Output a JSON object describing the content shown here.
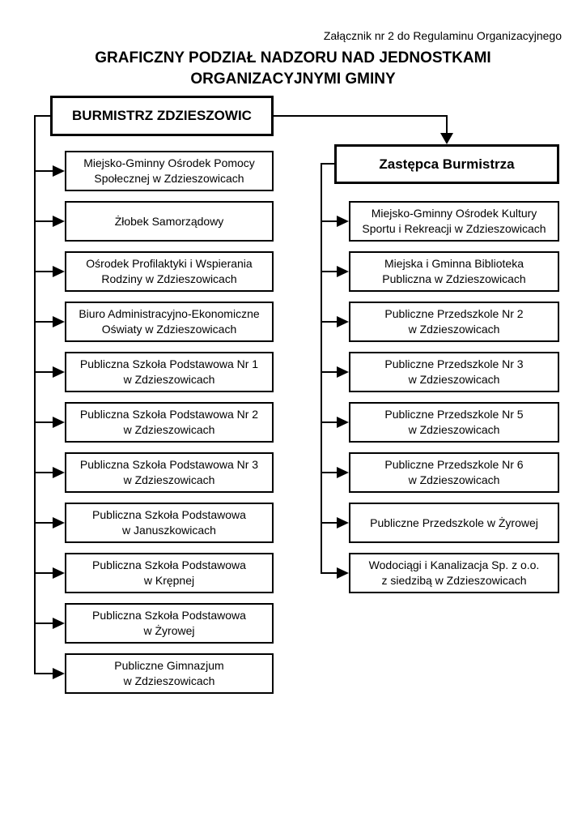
{
  "page": {
    "attachment_note": "Załącznik nr 2 do Regulaminu Organizacyjnego",
    "title_line1": "GRAFICZNY PODZIAŁ NADZORU NAD JEDNOSTKAMI",
    "title_line2": "ORGANIZACYJNYMI GMINY"
  },
  "colors": {
    "ink": "#000000",
    "paper": "#ffffff"
  },
  "org": {
    "left": {
      "head": "BURMISTRZ ZDZIESZOWIC",
      "units": [
        {
          "lines": [
            "Miejsko-Gminny Ośrodek Pomocy",
            "Społecznej w Zdzieszowicach"
          ]
        },
        {
          "lines": [
            "Żłobek Samorządowy"
          ]
        },
        {
          "lines": [
            "Ośrodek Profilaktyki i Wspierania",
            "Rodziny w Zdzieszowicach"
          ]
        },
        {
          "lines": [
            "Biuro Administracyjno-Ekonomiczne",
            "Oświaty w Zdzieszowicach"
          ]
        },
        {
          "lines": [
            "Publiczna Szkoła Podstawowa Nr 1",
            "w Zdzieszowicach"
          ]
        },
        {
          "lines": [
            "Publiczna Szkoła Podstawowa Nr 2",
            "w Zdzieszowicach"
          ]
        },
        {
          "lines": [
            "Publiczna Szkoła Podstawowa Nr 3",
            "w Zdzieszowicach"
          ]
        },
        {
          "lines": [
            "Publiczna Szkoła Podstawowa",
            "w Januszkowicach"
          ]
        },
        {
          "lines": [
            "Publiczna Szkoła Podstawowa",
            "w Krępnej"
          ]
        },
        {
          "lines": [
            "Publiczna Szkoła Podstawowa",
            "w Żyrowej"
          ]
        },
        {
          "lines": [
            "Publiczne Gimnazjum",
            "w Zdzieszowicach"
          ]
        }
      ]
    },
    "right": {
      "head": "Zastępca Burmistrza",
      "units": [
        {
          "lines": [
            "Miejsko-Gminny Ośrodek Kultury",
            "Sportu i Rekreacji w Zdzieszowicach"
          ]
        },
        {
          "lines": [
            "Miejska i Gminna Biblioteka",
            "Publiczna w Zdzieszowicach"
          ]
        },
        {
          "lines": [
            "Publiczne Przedszkole Nr 2",
            "w Zdzieszowicach"
          ]
        },
        {
          "lines": [
            "Publiczne Przedszkole Nr 3",
            "w Zdzieszowicach"
          ]
        },
        {
          "lines": [
            "Publiczne Przedszkole Nr 5",
            "w Zdzieszowicach"
          ]
        },
        {
          "lines": [
            "Publiczne Przedszkole Nr 6",
            "w Zdzieszowicach"
          ]
        },
        {
          "lines": [
            "Publiczne Przedszkole w Żyrowej"
          ]
        },
        {
          "lines": [
            "Wodociągi i Kanalizacja Sp. z o.o.",
            "z siedzibą w Zdzieszowicach"
          ]
        }
      ]
    }
  }
}
